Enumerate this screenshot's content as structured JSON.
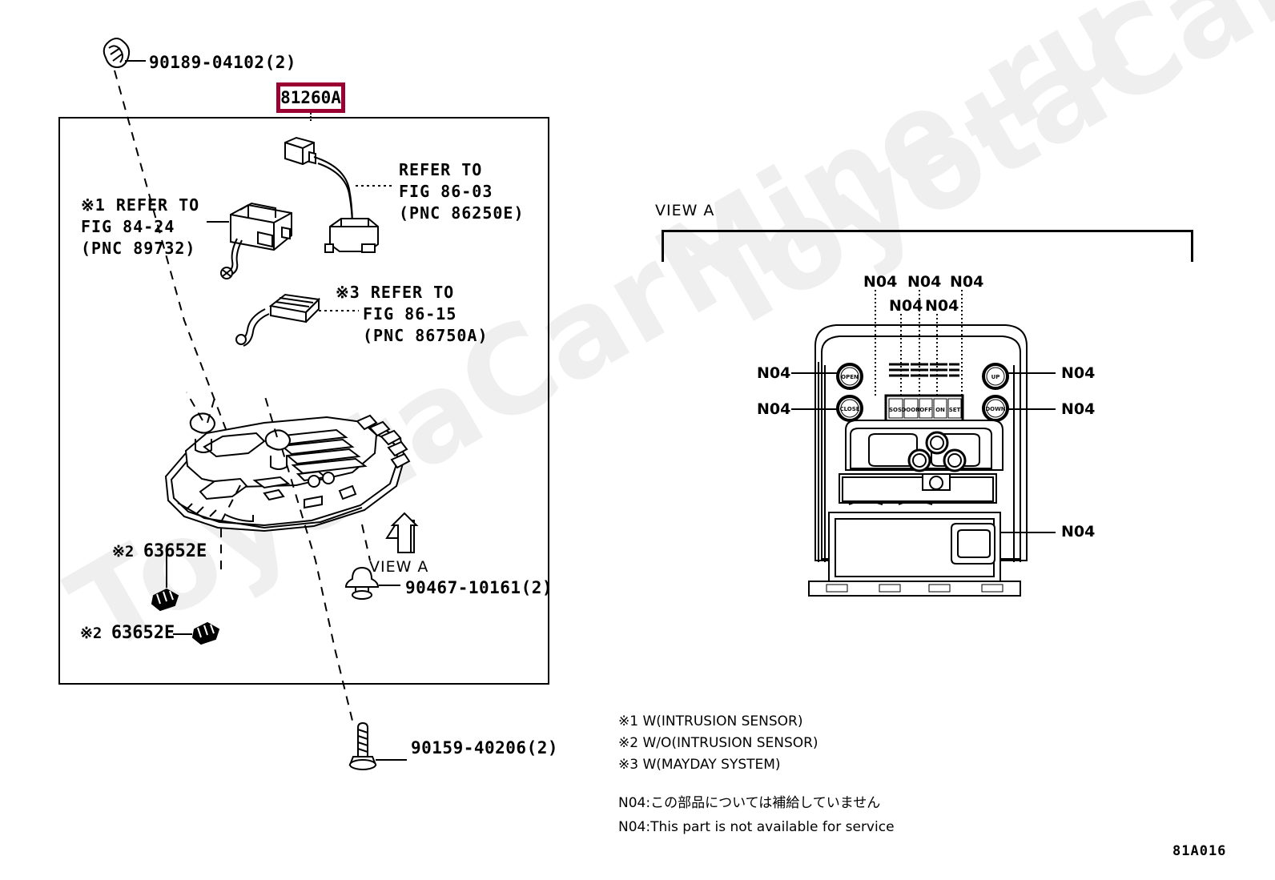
{
  "figure": {
    "code": "81A016",
    "watermark": "ToyotaCarMine.ru"
  },
  "main_panel": {
    "part_callout": "81260A",
    "callout_color": "#9B0033",
    "labels": {
      "clip_top": "90189-04102(2)",
      "clip_view_a": "90467-10161(2)",
      "screw_bottom": "90159-40206(2)",
      "view_a_arrow": "VIEW A"
    },
    "references": [
      {
        "mark": "※1",
        "line1": "REFER TO",
        "line2": "FIG 84-24",
        "line3": "(PNC 89732)"
      },
      {
        "mark": "",
        "line1": "REFER TO",
        "line2": "FIG 86-03",
        "line3": "(PNC 86250E)"
      },
      {
        "mark": "※3",
        "line1": "REFER TO",
        "line2": "FIG 86-15",
        "line3": "(PNC 86750A)"
      }
    ],
    "clip_parts": [
      {
        "mark": "※2",
        "number": "63652E"
      },
      {
        "mark": "※2",
        "number": "63652E"
      }
    ]
  },
  "view_a": {
    "title": "VIEW A",
    "callout_label": "N04",
    "top_callouts": [
      "N04",
      "N04",
      "N04",
      "N04",
      "N04"
    ],
    "left_callouts": [
      "N04",
      "N04"
    ],
    "right_callouts": [
      "N04",
      "N04"
    ],
    "bottom_right_callout": "N04",
    "switch_labels": [
      "SOS",
      "DOOR",
      "OFF",
      "ON",
      "SET"
    ],
    "round_button_labels": [
      "OPEN",
      "CLOSE",
      "UP",
      "DOWN"
    ]
  },
  "legend": {
    "notes": [
      "※1 W(INTRUSION SENSOR)",
      "※2 W/O(INTRUSION SENSOR)",
      "※3 W(MAYDAY SYSTEM)"
    ],
    "n04_jp": "N04:この部品については補給していません",
    "n04_en": "N04:This part is not available for service"
  }
}
